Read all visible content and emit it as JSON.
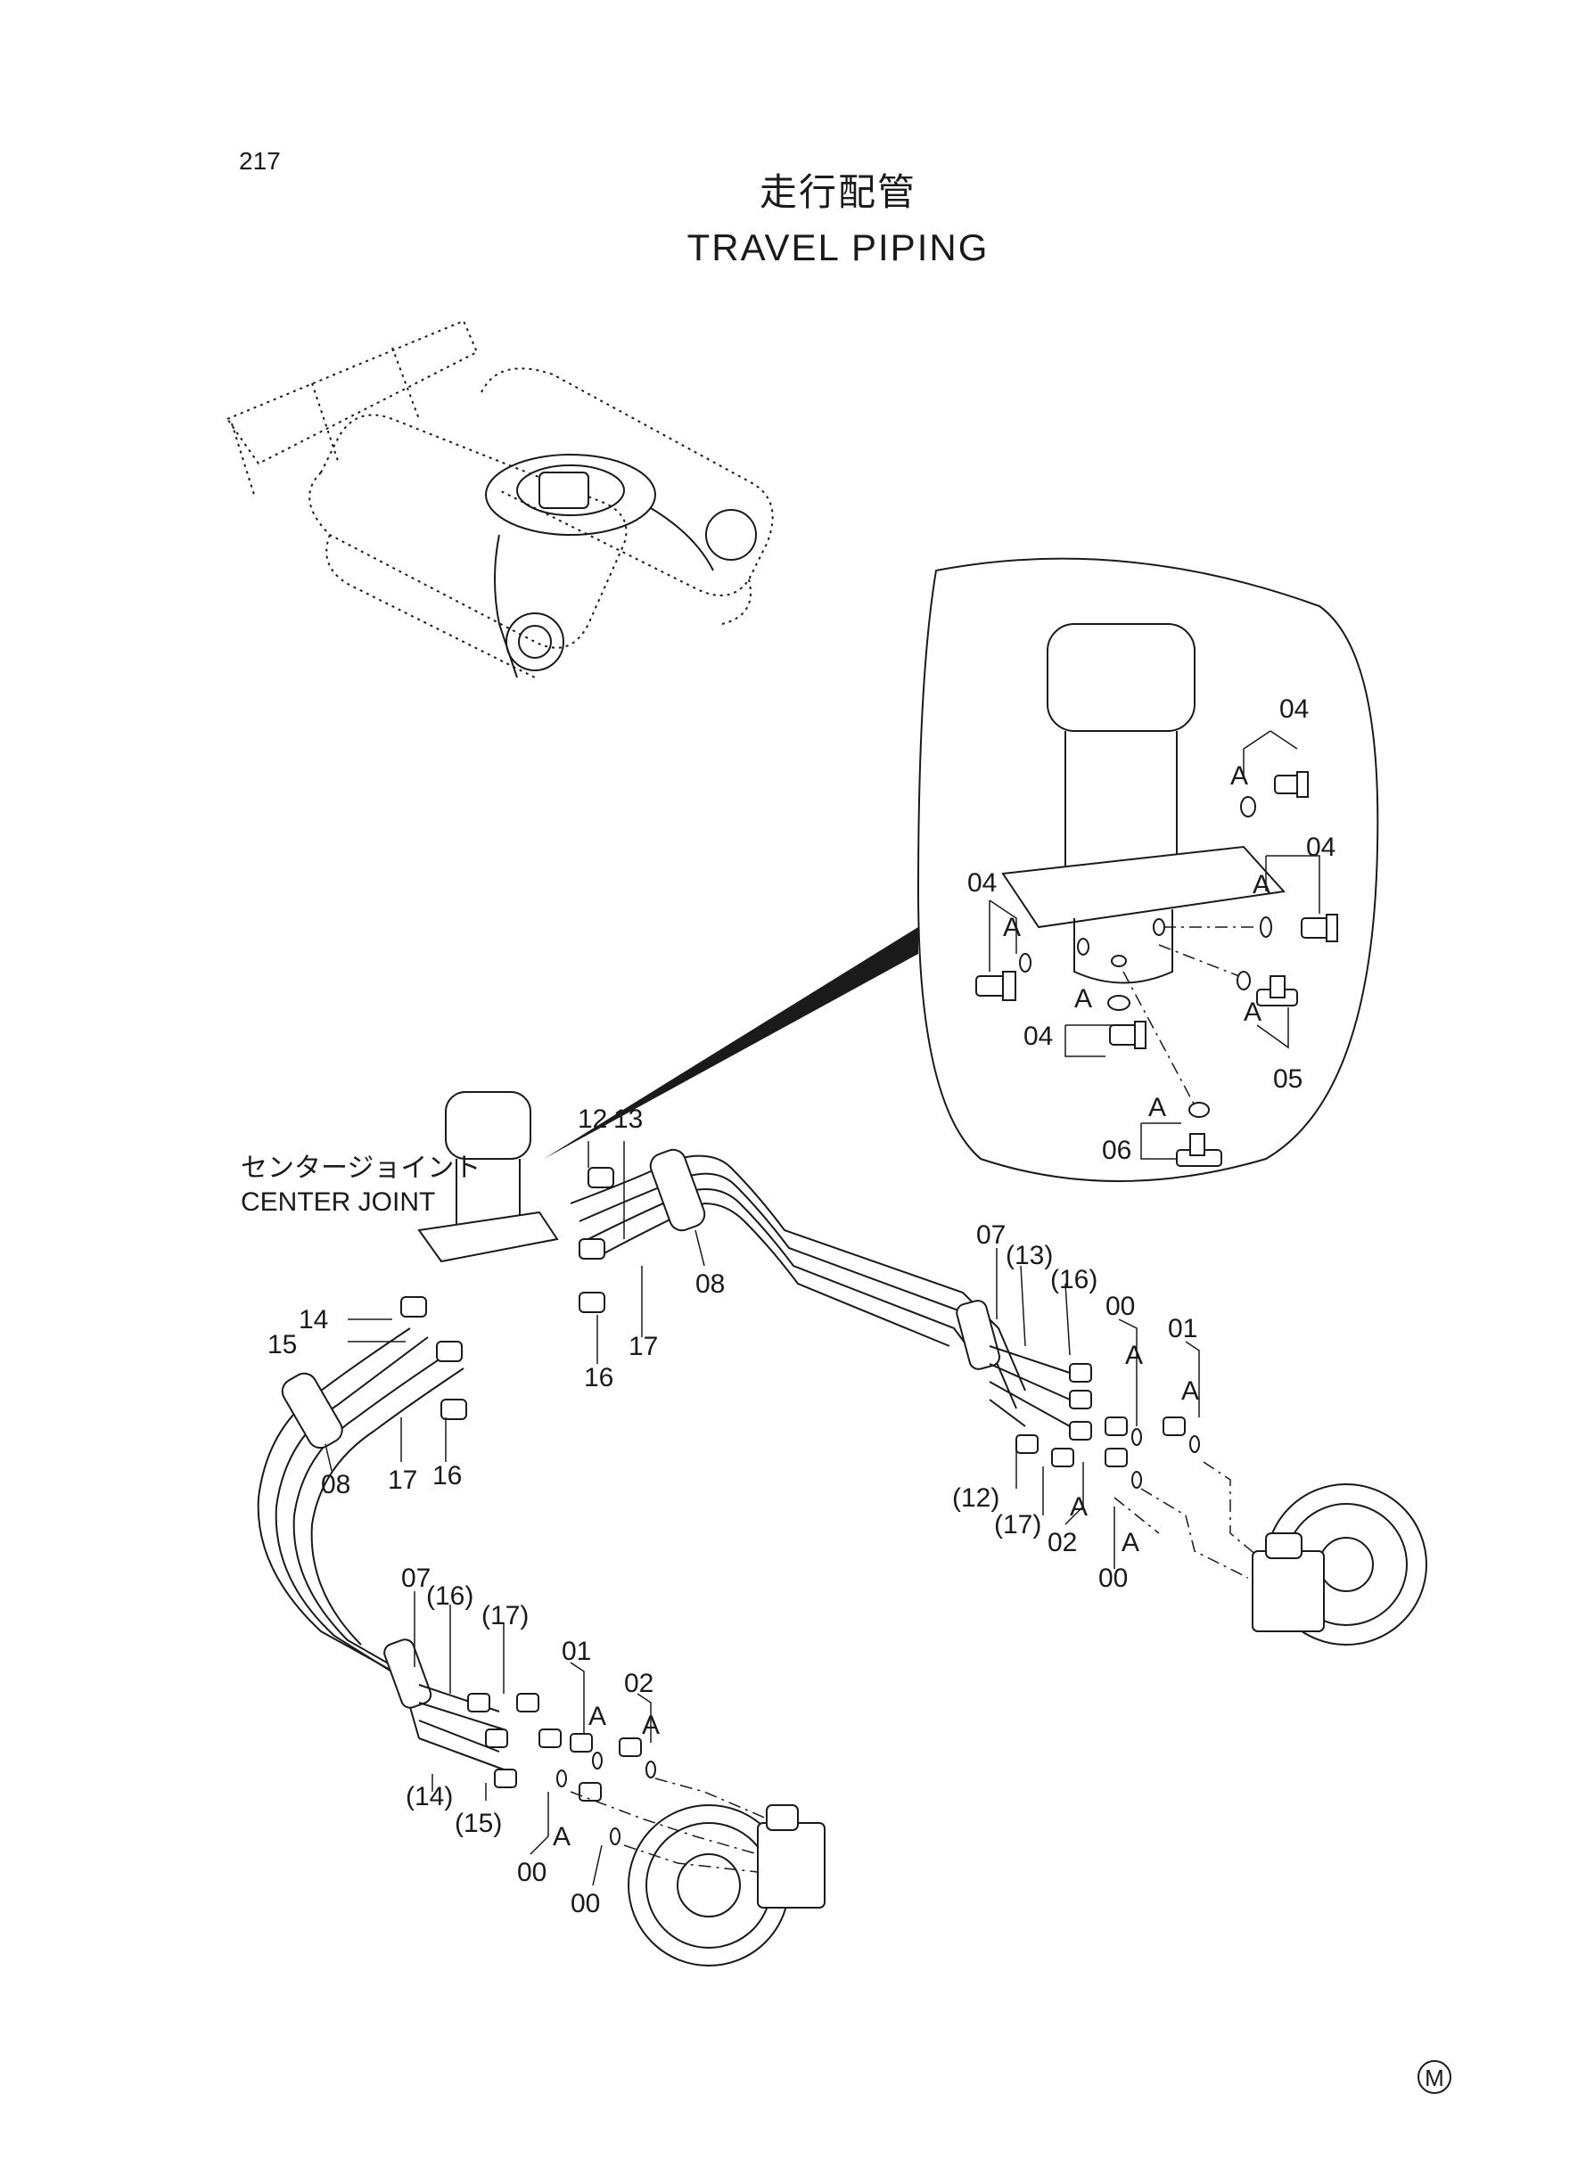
{
  "page": {
    "number": "217"
  },
  "title": {
    "jp": "走行配管",
    "en": "TRAVEL PIPING"
  },
  "center_joint": {
    "jp": "センタージョイント",
    "en": "CENTER JOINT"
  },
  "mark": "M",
  "detail_labels": [
    "04",
    "04",
    "04",
    "04",
    "05",
    "06",
    "A",
    "A",
    "A",
    "A",
    "A",
    "A"
  ],
  "main_labels": [
    "12",
    "13",
    "14",
    "15",
    "16",
    "16",
    "17",
    "17",
    "08",
    "08"
  ],
  "right_labels": [
    "07",
    "(13)",
    "(16)",
    "00",
    "01",
    "A",
    "A",
    "(12)",
    "(17)",
    "02",
    "A",
    "A",
    "00"
  ],
  "left_labels": [
    "07",
    "(16)",
    "(17)",
    "01",
    "02",
    "A",
    "A",
    "(14)",
    "(15)",
    "00",
    "A",
    "00"
  ]
}
